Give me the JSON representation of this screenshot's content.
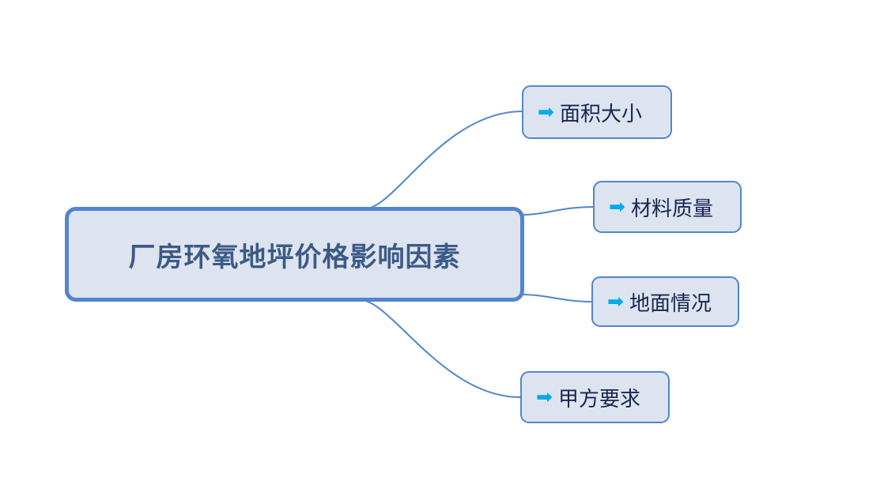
{
  "diagram": {
    "type": "mind-map",
    "background_color": "#ffffff",
    "root": {
      "label": "厂房环氧地坪价格影响因素",
      "fill_color": "#dde4f0",
      "border_color": "#5285ce",
      "text_color": "#3c5a86"
    },
    "branch_color": "#5285ce",
    "children": [
      {
        "label": "面积大小",
        "bullet_icon": "arrow-right-icon",
        "bullet_glyph": "➡",
        "bullet_color": "#00a9ec",
        "fill_color": "#dde4f0",
        "border_color": "#5285ce",
        "text_color": "#17264f"
      },
      {
        "label": "材料质量",
        "bullet_icon": "arrow-right-icon",
        "bullet_glyph": "➡",
        "bullet_color": "#00a9ec",
        "fill_color": "#dde4f0",
        "border_color": "#5285ce",
        "text_color": "#17264f"
      },
      {
        "label": "地面情况",
        "bullet_icon": "arrow-right-icon",
        "bullet_glyph": "➡",
        "bullet_color": "#00a9ec",
        "fill_color": "#dde4f0",
        "border_color": "#5285ce",
        "text_color": "#17264f"
      },
      {
        "label": "甲方要求",
        "bullet_icon": "arrow-right-icon",
        "bullet_glyph": "➡",
        "bullet_color": "#00a9ec",
        "fill_color": "#dde4f0",
        "border_color": "#5285ce",
        "text_color": "#17264f"
      }
    ]
  }
}
